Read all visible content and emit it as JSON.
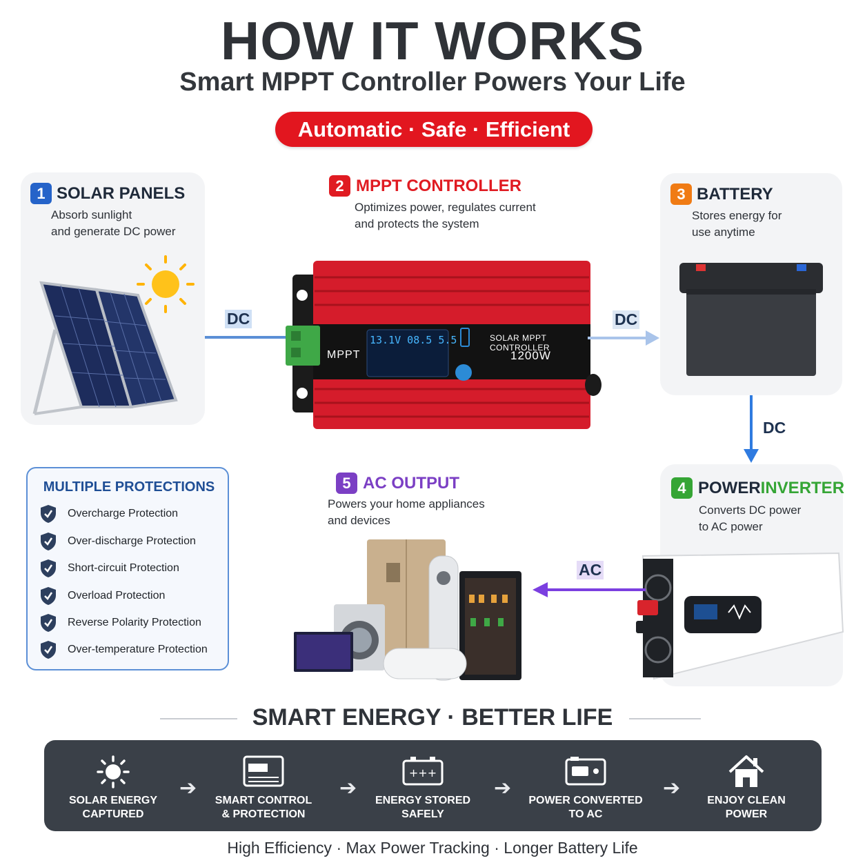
{
  "header": {
    "title": "HOW IT WORKS",
    "subtitle": "Smart MPPT Controller Powers Your Life",
    "tagline": "Automatic · Safe · Efficient"
  },
  "steps": [
    {
      "number": "1",
      "title": "SOLAR PANELS",
      "desc_line1": "Absorb sunlight",
      "desc_line2": "and generate DC power",
      "color": "#2563c9"
    },
    {
      "number": "2",
      "title": "MPPT CONTROLLER",
      "desc_line1": "Optimizes power, regulates current",
      "desc_line2": "and protects the system",
      "color": "#e01b22"
    },
    {
      "number": "3",
      "title": "BATTERY",
      "desc_line1": "Stores energy for",
      "desc_line2": "use anytime",
      "color": "#f07b14"
    },
    {
      "number": "4",
      "title_a": "POWER ",
      "title_b": "INVERTER",
      "desc_line1": "Converts DC power",
      "desc_line2": "to AC power",
      "color": "#35a535"
    },
    {
      "number": "5",
      "title": "AC OUTPUT",
      "desc_line1": "Powers your home appliances",
      "desc_line2": "and devices",
      "color": "#7b3fc4"
    }
  ],
  "controller_device": {
    "brand_label": "MPPT",
    "model_text": "SOLAR MPPT CONTROLLER",
    "power_text": "1200W",
    "lcd_text": "13.1V 08.5 5.5"
  },
  "flows": {
    "solar_to_controller": "DC",
    "controller_to_battery": "DC",
    "battery_to_inverter": "DC",
    "inverter_to_output": "AC"
  },
  "protections": {
    "title": "MULTIPLE PROTECTIONS",
    "items": [
      "Overcharge Protection",
      "Over-discharge Protection",
      "Short-circuit Protection",
      "Overload Protection",
      "Reverse Polarity Protection",
      "Over-temperature Protection"
    ]
  },
  "strip": {
    "title": "SMART ENERGY · BETTER LIFE",
    "steps": [
      {
        "line1": "SOLAR ENERGY",
        "line2": "CAPTURED",
        "icon": "sun-icon"
      },
      {
        "line1": "SMART CONTROL",
        "line2": "& PROTECTION",
        "icon": "controller-icon"
      },
      {
        "line1": "ENERGY STORED",
        "line2": "SAFELY",
        "icon": "battery-icon"
      },
      {
        "line1": "POWER CONVERTED",
        "line2": "TO AC",
        "icon": "inverter-icon"
      },
      {
        "line1": "ENJOY CLEAN",
        "line2": "POWER",
        "icon": "house-icon"
      }
    ]
  },
  "footer": "High Efficiency · Max Power Tracking · Longer Battery Life",
  "colors": {
    "accent_red": "#e2161f",
    "flow_blue": "#5b8fd6",
    "flow_purple": "#7b3fe0",
    "strip_bg": "#3a4048"
  }
}
